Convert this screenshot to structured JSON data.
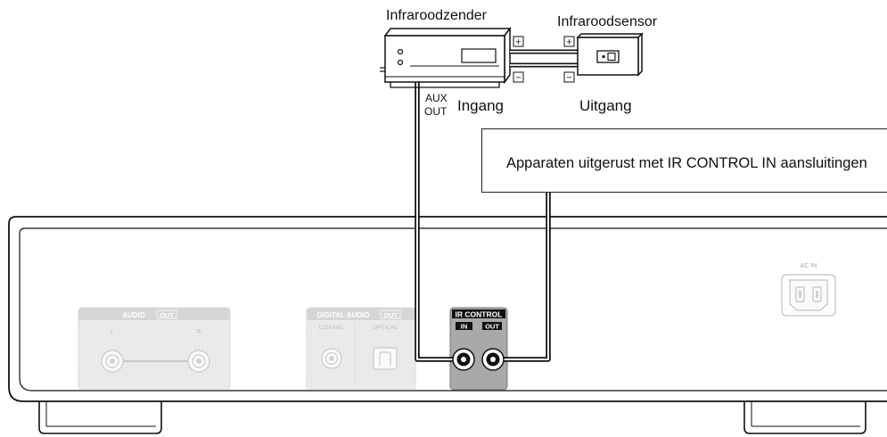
{
  "labels": {
    "ir_transmitter": "Infraroodzender",
    "ir_sensor": "Infraroodsensor",
    "input": "Ingang",
    "output": "Uitgang",
    "aux": "AUX",
    "out": "OUT",
    "plus": "+",
    "minus": "−",
    "callout": "Apparaten uitgerust met IR CONTROL IN aansluitingen"
  },
  "panel": {
    "audio_out_title": "AUDIO",
    "audio_out_badge": "OUT",
    "audio_l": "L",
    "audio_r": "R",
    "digital_title": "DIGITAL AUDIO",
    "digital_badge": "OUT",
    "coaxial": "COAXIAL",
    "optical": "OPTICAL",
    "ir_control_title": "IR CONTROL",
    "ir_in": "IN",
    "ir_out": "OUT",
    "ac_in": "AC IN"
  },
  "colors": {
    "line": "#111111",
    "faded_block": "#e6e6e6",
    "faded_text": "#9a9a9a",
    "ir_block": "#a9a9a9",
    "badge_bg": "#111111"
  }
}
